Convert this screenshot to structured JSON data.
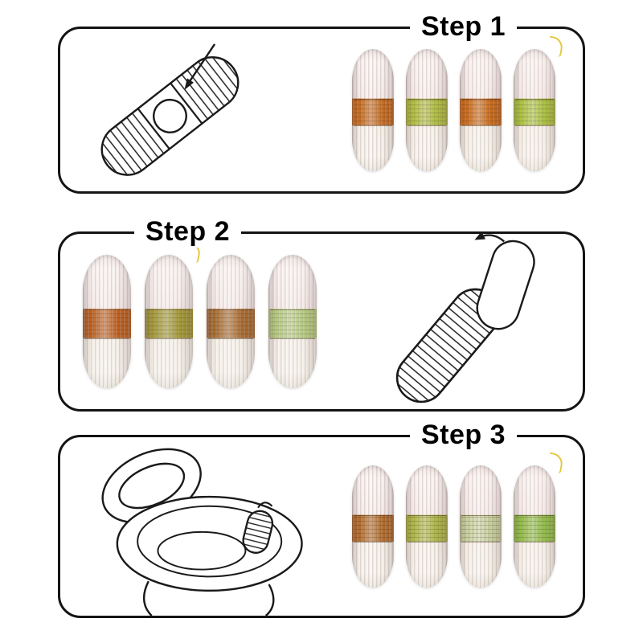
{
  "panels": [
    {
      "label": "Step 1",
      "capsules": [
        {
          "band": "#cf6a14",
          "hook": "false"
        },
        {
          "band": "#b2c238",
          "hook": "false"
        },
        {
          "band": "#cf6a14",
          "hook": "false"
        },
        {
          "band": "#aec73e",
          "hook": "true"
        }
      ]
    },
    {
      "label": "Step 2",
      "capsules": [
        {
          "band": "#c2601d",
          "hook": "false"
        },
        {
          "band": "#a79b2e",
          "hook": "true"
        },
        {
          "band": "#b06b28",
          "hook": "false"
        },
        {
          "band": "#bcd57e",
          "hook": "false"
        }
      ]
    },
    {
      "label": "Step 3",
      "capsules": [
        {
          "band": "#b96a20",
          "hook": "false"
        },
        {
          "band": "#afba3e",
          "hook": "false"
        },
        {
          "band": "#ccd6a0",
          "hook": "false"
        },
        {
          "band": "#93c047",
          "hook": "true"
        }
      ]
    }
  ],
  "colors": {
    "line": "#1a1a1a",
    "string_yellow": "#e2c83e",
    "body_white": "#f5eae8"
  }
}
